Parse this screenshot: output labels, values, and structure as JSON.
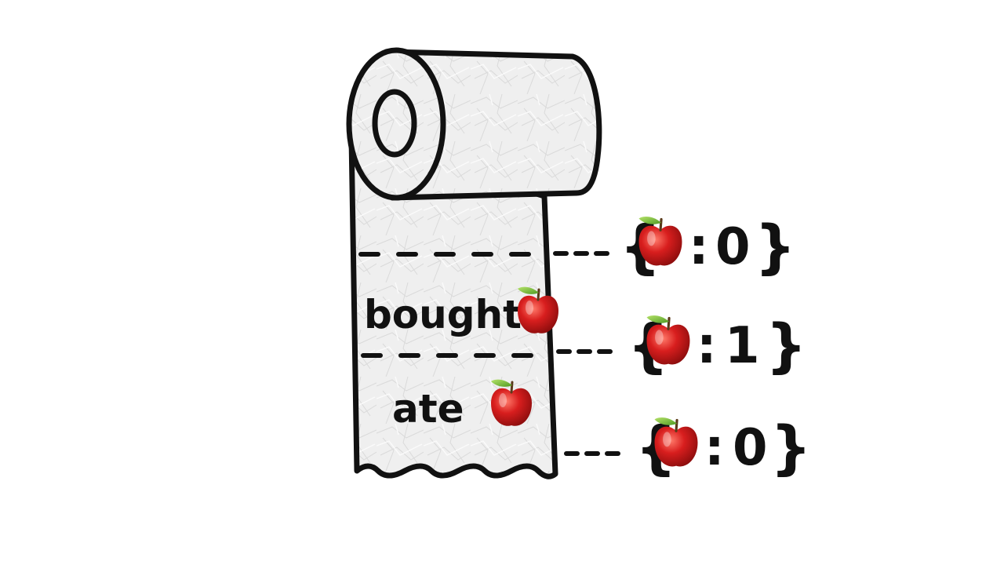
{
  "events": [
    {
      "label": "bought",
      "icon": "apple-icon"
    },
    {
      "label": "ate",
      "icon": "apple-icon"
    }
  ],
  "states": [
    {
      "open": "{",
      "colon": ":",
      "value": "0",
      "close": "}"
    },
    {
      "open": "{",
      "colon": ":",
      "value": "1",
      "close": "}"
    },
    {
      "open": "{",
      "colon": ":",
      "value": "0",
      "close": "}"
    }
  ],
  "colors": {
    "ink": "#111111",
    "paper": "#efefef",
    "apple": "#d81e1e",
    "leaf": "#7cc242"
  }
}
